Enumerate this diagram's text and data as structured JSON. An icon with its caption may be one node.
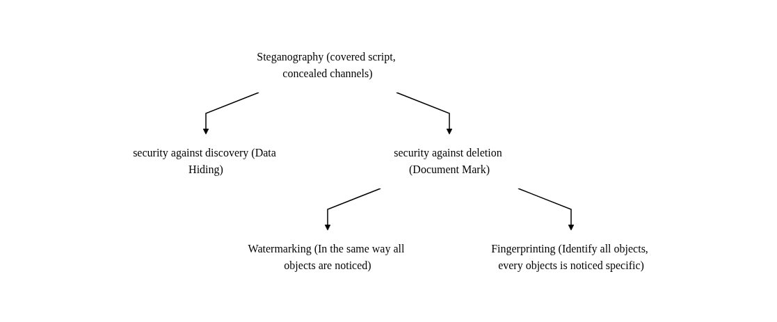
{
  "diagram": {
    "nodes": [
      {
        "text": [
          "Steganography (covered script, concealed channels)"
        ]
      },
      {
        "text": [
          "security against discovery (Data Hiding)"
        ]
      },
      {
        "text": [
          "security against deletion (Document Mark)"
        ]
      },
      {
        "text": [
          "Watermarking (In the same way all objects are noticed)"
        ]
      },
      {
        "text": [
          "Fingerprinting (Identify all objects, every objects is noticed specific)"
        ]
      }
    ],
    "edges": [
      {
        "from": 0,
        "to": 1,
        "arrow": "to"
      },
      {
        "from": 0,
        "to": 2,
        "arrow": "to"
      },
      {
        "from": 2,
        "to": 3,
        "arrow": "to"
      },
      {
        "from": 2,
        "to": 4,
        "arrow": "to"
      }
    ]
  }
}
